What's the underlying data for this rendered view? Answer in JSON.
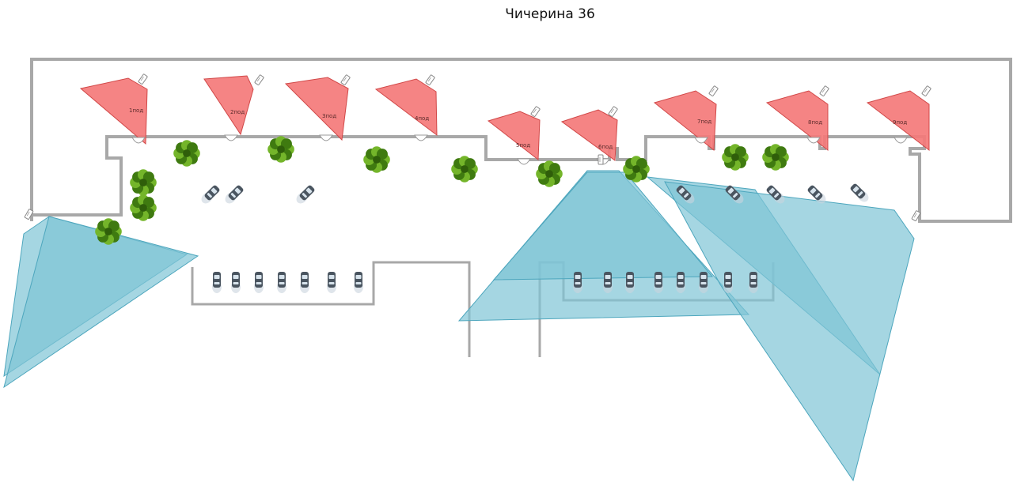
{
  "title": "Чичерина 36",
  "entrances": [
    {
      "label": "1под"
    },
    {
      "label": "2под"
    },
    {
      "label": "3под"
    },
    {
      "label": "4под"
    },
    {
      "label": "5под"
    },
    {
      "label": "6под"
    },
    {
      "label": "7под"
    },
    {
      "label": "8под"
    },
    {
      "label": "9под"
    }
  ],
  "colors": {
    "entrance_zone": "#f47a7a",
    "yard_camera_zone": "#7fc4d6",
    "wall": "#a8a8a8",
    "tree": "#5a9a1a",
    "car": "#4a5560"
  },
  "icons": [
    "camera-icon",
    "tree-icon",
    "car-icon",
    "door-icon"
  ]
}
